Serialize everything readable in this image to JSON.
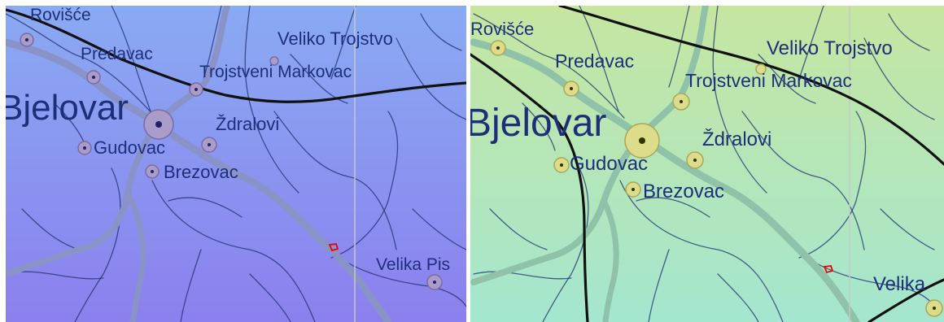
{
  "panels": [
    {
      "id": "left",
      "gradient": {
        "top": "#8aaaf3",
        "bottom": "#8b80ee"
      },
      "road_color": "#8a93c8",
      "symbol_fill": "#a99cc8",
      "symbol_ring": "#7b6aa6",
      "labels": {
        "rovisce": "Rovišće",
        "predavac": "Predavac",
        "veliko_trojstvo": "Veliko Trojstvo",
        "trojstveni_markovac": "Trojstveni Markovac",
        "bjelovar": "Bjelovar",
        "zdralovi": "Ždralovi",
        "gudovac": "Gudovac",
        "brezovac": "Brezovac",
        "velika_pisanica": "Velika Pis"
      }
    },
    {
      "id": "right",
      "gradient": {
        "top": "#c6e6a0",
        "bottom": "#a4e6cf"
      },
      "road_color": "#8fc2a8",
      "symbol_fill": "#dcdc8a",
      "symbol_ring": "#a8a85a",
      "labels": {
        "rovisce": "Rovišće",
        "predavac": "Predavac",
        "veliko_trojstvo": "Veliko Trojstvo",
        "trojstveni_markovac": "Trojstveni Markovac",
        "bjelovar": "Bjelovar",
        "zdralovi": "Ždralovi",
        "gudovac": "Gudovac",
        "brezovac": "Brezovac",
        "velika_pisanica": "Velika"
      }
    }
  ]
}
